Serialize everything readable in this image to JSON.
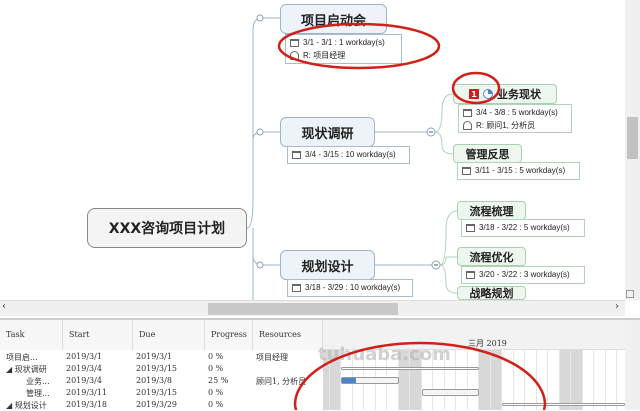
{
  "mindmap": {
    "root": "XXX咨询项目计划",
    "branches": [
      {
        "title": "项目启动会",
        "dates": "3/1 - 3/1 : 1 workday(s)",
        "resource": "R: 项目经理"
      },
      {
        "title": "现状调研",
        "dates": "3/4 - 3/15 : 10 workday(s)"
      },
      {
        "title": "规划设计",
        "dates": "3/18 - 3/29 : 10 workday(s)"
      }
    ],
    "subtopics": [
      {
        "title": "业务现状",
        "priority": "1",
        "dates": "3/4 - 3/8 : 5 workday(s)",
        "resource": "R: 顾问1, 分析员",
        "progress": 25
      },
      {
        "title": "管理反思",
        "dates": "3/11 - 3/15 : 5 workday(s)"
      },
      {
        "title": "流程梳理",
        "dates": "3/18 - 3/22 : 5 workday(s)"
      },
      {
        "title": "流程优化",
        "dates": "3/20 - 3/22 : 3 workday(s)"
      },
      {
        "title": "战略规划"
      }
    ]
  },
  "gantt": {
    "columns": [
      "Task",
      "Start",
      "Due",
      "Progress",
      "Resources"
    ],
    "month": "三月 2019",
    "rows": [
      {
        "task": "项目启...",
        "start": "2019/3/1",
        "due": "2019/3/1",
        "progress": "0 %",
        "resources": "项目经理"
      },
      {
        "task": "◢ 现状调研",
        "start": "2019/3/4",
        "due": "2019/3/15",
        "progress": "0 %",
        "resources": ""
      },
      {
        "task": "业务...",
        "start": "2019/3/4",
        "due": "2019/3/8",
        "progress": "25 %",
        "resources": "顾问1, 分析员"
      },
      {
        "task": "管理...",
        "start": "2019/3/11",
        "due": "2019/3/15",
        "progress": "0 %",
        "resources": ""
      },
      {
        "task": "◢ 规划设计",
        "start": "2019/3/18",
        "due": "2019/3/29",
        "progress": "0 %",
        "resources": ""
      }
    ]
  },
  "watermark": "tuhuaba.com",
  "colors": {
    "annotation": "#d0201a",
    "priority": "#d0201a",
    "progress": "#4a86d0"
  }
}
